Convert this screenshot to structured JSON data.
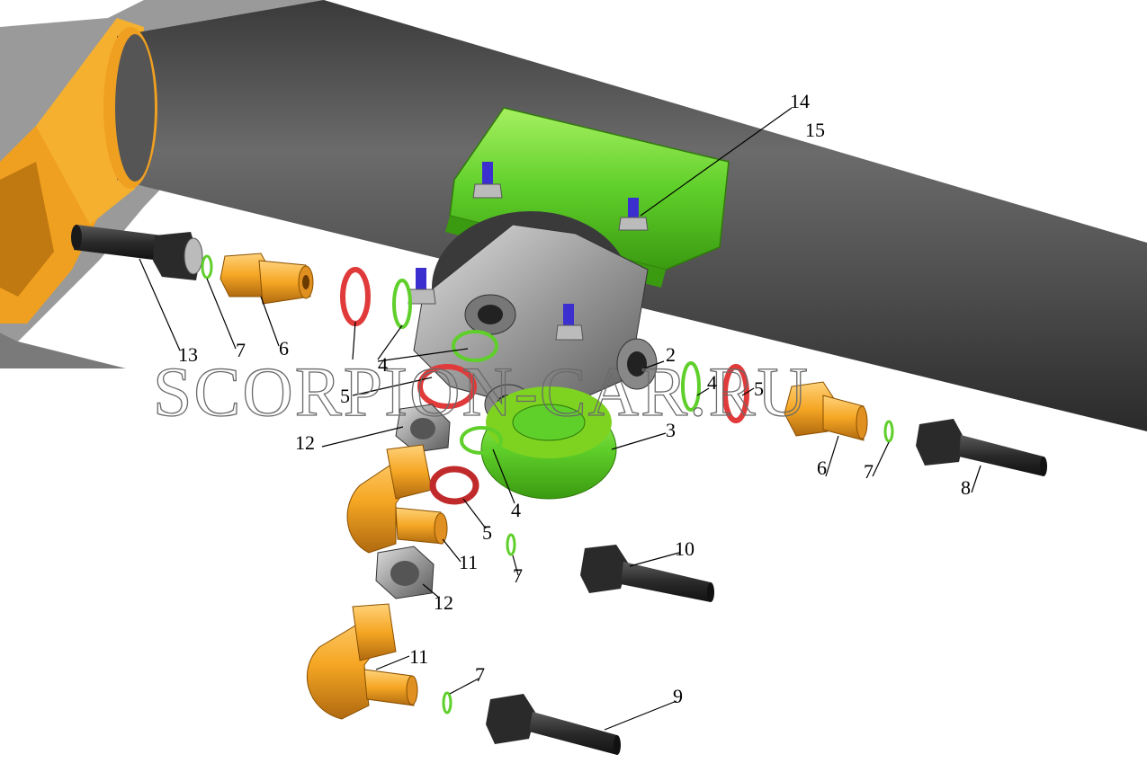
{
  "watermark": "SCORPION-CAR.RU",
  "callouts": {
    "c14": "14",
    "c15": "15",
    "c13": "13",
    "c7a": "7",
    "c6a": "6",
    "c4a": "4",
    "c5a": "5",
    "c2": "2",
    "c4b": "4",
    "c5b": "5",
    "c3": "3",
    "c12a": "12",
    "c6b": "6",
    "c7b": "7",
    "c8": "8",
    "c4c": "4",
    "c5c": "5",
    "c11a": "11",
    "c7c": "7",
    "c10": "10",
    "c12b": "12",
    "c11b": "11",
    "c7d": "7",
    "c9": "9"
  },
  "colors": {
    "frame_tube": "#4a4a4a",
    "bracket": "#7ed321",
    "fitting_brass": "#f5a623",
    "frame_yellow": "#f0a020",
    "seal_red": "#e03a3a",
    "oring_green": "#5fcf2a",
    "bolt_blue": "#3b2fd0",
    "pipe_black": "#2a2a2a",
    "nut_grey": "#b8b8b8"
  }
}
